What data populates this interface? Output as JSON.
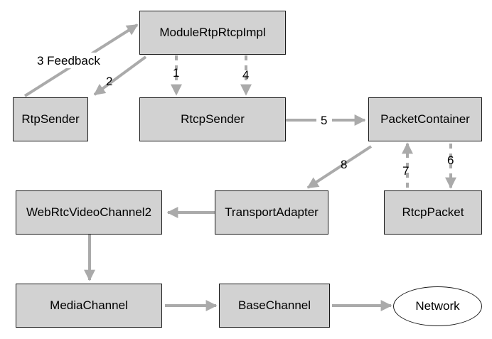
{
  "nodes": {
    "module": "ModuleRtpRtcpImpl",
    "rtp_sender": "RtpSender",
    "rtcp_sender": "RtcpSender",
    "packet_container": "PacketContainer",
    "webrtc_video_channel2": "WebRtcVideoChannel2",
    "transport_adapter": "TransportAdapter",
    "rtcp_packet": "RtcpPacket",
    "media_channel": "MediaChannel",
    "base_channel": "BaseChannel",
    "network": "Network"
  },
  "edges": {
    "feedback": "3 Feedback",
    "e1": "1",
    "e2": "2",
    "e4": "4",
    "e5": "5",
    "e6": "6",
    "e7": "7",
    "e8": "8"
  },
  "colors": {
    "node_fill": "#d2d2d2",
    "edge": "#aaaaaa",
    "border": "#1a1a1a"
  }
}
